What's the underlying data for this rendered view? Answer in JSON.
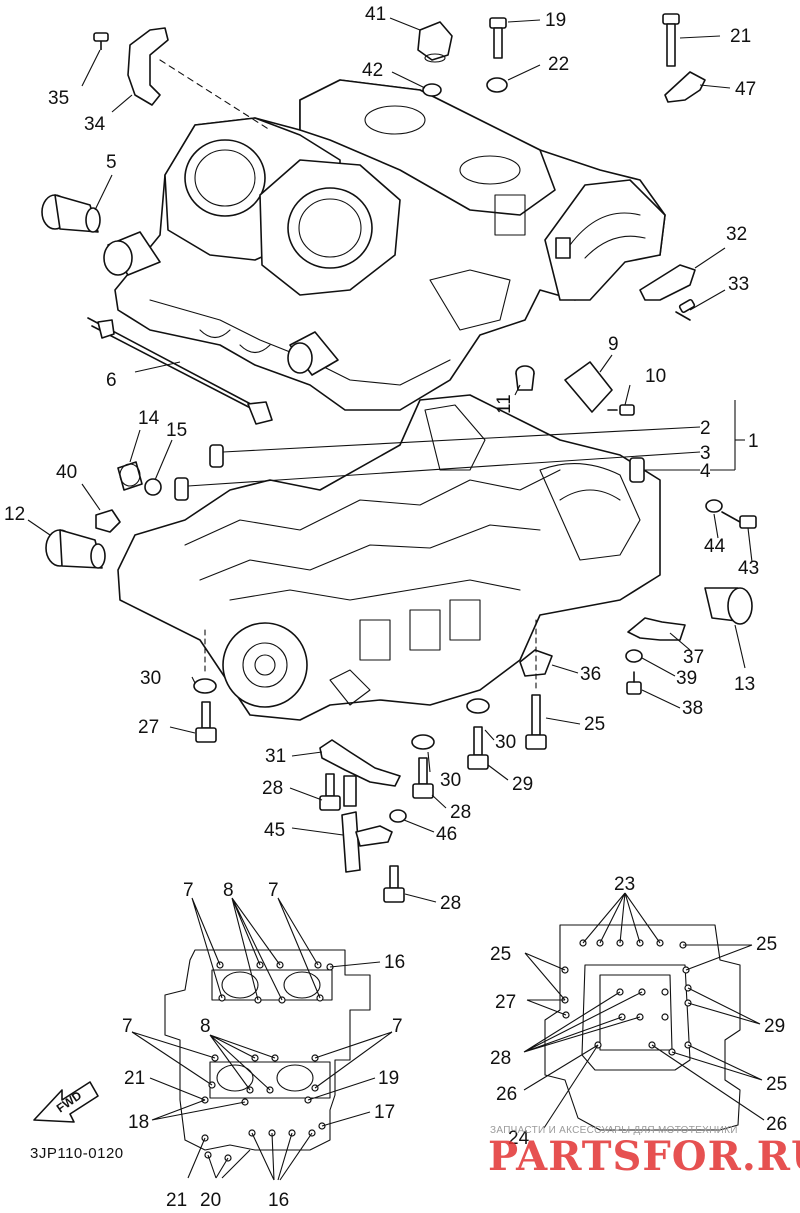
{
  "diagram": {
    "part_code": "3JP110-0120",
    "direction_label": "FWD",
    "watermark": {
      "caption": "ЗАПЧАСТИ И АКСЕССУАРЫ ДЛЯ МОТОТЕХНИКИ",
      "brand": "PARTSFOR.RU"
    },
    "callouts": {
      "c1": "1",
      "c2": "2",
      "c3": "3",
      "c4": "4",
      "c5": "5",
      "c6": "6",
      "c9": "9",
      "c10": "10",
      "c11": "11",
      "c12": "12",
      "c13": "13",
      "c14": "14",
      "c15": "15",
      "c19": "19",
      "c21": "21",
      "c22": "22",
      "c25": "25",
      "c27": "27",
      "c28a": "28",
      "c28b": "28",
      "c28c": "28",
      "c29": "29",
      "c30a": "30",
      "c30b": "30",
      "c30c": "30",
      "c31": "31",
      "c32": "32",
      "c33": "33",
      "c34": "34",
      "c35": "35",
      "c36": "36",
      "c37": "37",
      "c38": "38",
      "c39": "39",
      "c40": "40",
      "c41": "41",
      "c42": "42",
      "c43": "43",
      "c44": "44",
      "c45": "45",
      "c46": "46",
      "c47": "47"
    },
    "upper_bolt_diagram": {
      "l7a": "7",
      "l8a": "8",
      "l7b": "7",
      "l16a": "16",
      "l7c": "7",
      "l8b": "8",
      "l7d": "7",
      "l21": "21",
      "l19": "19",
      "l18": "18",
      "l17": "17",
      "l21b": "21",
      "l20": "20",
      "l16b": "16"
    },
    "lower_bolt_diagram": {
      "l23": "23",
      "l25a": "25",
      "l25b": "25",
      "l27": "27",
      "l29": "29",
      "l28": "28",
      "l26a": "26",
      "l25c": "25",
      "l24": "24",
      "l26b": "26"
    }
  }
}
